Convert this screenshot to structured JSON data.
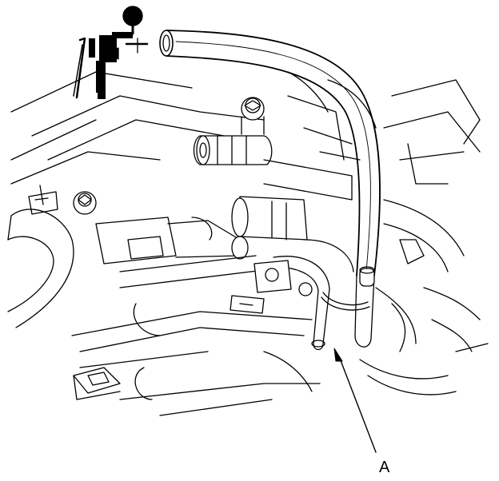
{
  "diagram": {
    "callouts": [
      {
        "id": "A",
        "text": "A",
        "target": "hose-end-a"
      }
    ],
    "colors": {
      "line": "#000000",
      "background": "#ffffff"
    },
    "components": [
      "vacuum-pump-gauge-icon",
      "vacuum-hose",
      "hose-clamp",
      "connector-hose-a",
      "engine-assembly"
    ]
  }
}
